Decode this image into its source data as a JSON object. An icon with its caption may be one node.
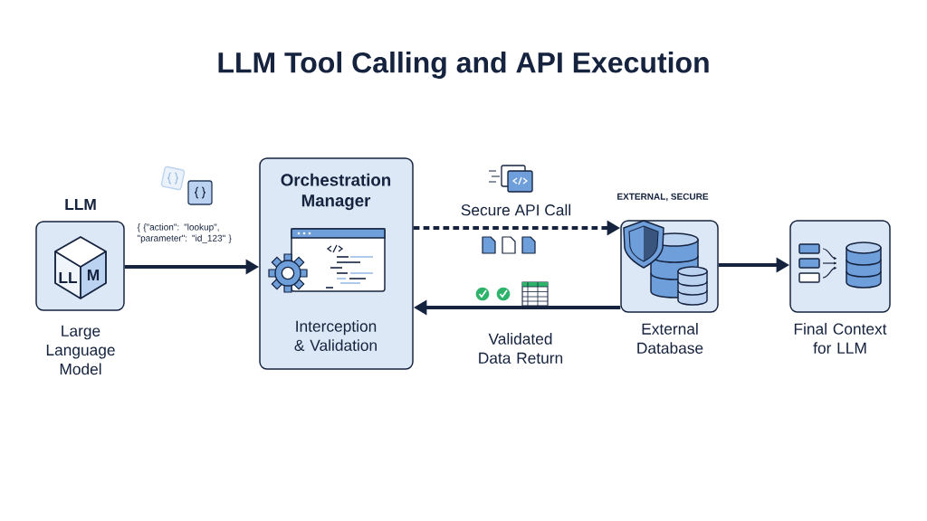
{
  "diagram": {
    "title": "LLM Tool Calling and API Execution",
    "nodes": [
      {
        "text": [
          "LLM",
          "Large Language Model"
        ]
      },
      {
        "text": [
          "Orchestration Manager",
          "Interception & Validation"
        ]
      },
      {
        "text": [
          "EXTERNAL, SECURE",
          "External Database"
        ]
      },
      {
        "text": [
          "Final Context for LLM"
        ]
      }
    ],
    "edges": [
      {
        "from": 0,
        "to": 1,
        "arrow": "to",
        "label": "{ {\"action\": \"lookup\", \"parameter\": \"id_123\" }"
      },
      {
        "from": 1,
        "to": 2,
        "arrow": "to",
        "label": "Secure API Call",
        "style": "dashed"
      },
      {
        "from": 2,
        "to": 1,
        "arrow": "to",
        "label": "Validated Data Return"
      },
      {
        "from": 2,
        "to": 3,
        "arrow": "to"
      }
    ],
    "labels": [
      "LL",
      "M"
    ]
  }
}
